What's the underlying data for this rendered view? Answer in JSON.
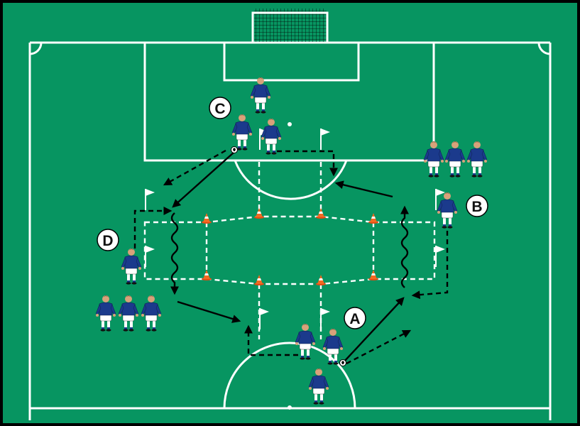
{
  "diagram": {
    "labels": [
      {
        "id": "A",
        "text": "A"
      },
      {
        "id": "B",
        "text": "B"
      },
      {
        "id": "C",
        "text": "C"
      },
      {
        "id": "D",
        "text": "D"
      }
    ]
  },
  "colors": {
    "pitch": "#079561",
    "lines": "#ffffff",
    "jersey": "#1b3a8c",
    "shorts": "#ffffff",
    "cone": "#f26a21",
    "flag": "#ffffff",
    "arrow": "#000000",
    "border": "#000000"
  },
  "icons": [
    "goal-icon",
    "player-icon",
    "ball-icon",
    "cone-icon",
    "flag-icon",
    "pass-arrow-icon",
    "run-arrow-icon",
    "dribble-arrow-icon"
  ]
}
